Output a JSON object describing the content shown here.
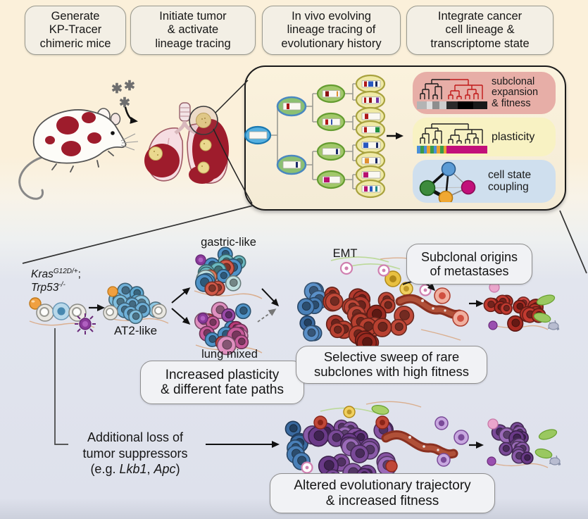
{
  "workflow_steps": [
    "Generate\nKP-Tracer\nchimeric mice",
    "Initiate tumor\n& activate\nlineage tracing",
    "In vivo evolving\nlineage tracing of\nevolutionary history",
    "Integrate cancer\ncell lineage &\ntranscriptome state"
  ],
  "analysis_panels": [
    {
      "label": "subclonal\nexpansion\n& fitness",
      "color": "#e7aea7"
    },
    {
      "label": "plasticity",
      "color": "#f8f2c3"
    },
    {
      "label": "cell state\ncoupling",
      "color": "#cfdfee"
    }
  ],
  "genotype": {
    "gene1": "Kras",
    "allele1": "G12D/+",
    "separator": ";",
    "gene2": "Trp53",
    "allele2": "-/-"
  },
  "cell_state_labels": {
    "at2": "AT2-like",
    "gastric": "gastric-like",
    "lung_mixed": "lung mixed",
    "emt": "EMT"
  },
  "findings": {
    "plasticity": "Increased plasticity\n& different fate paths",
    "metastasis_origins": "Subclonal origins\nof metastases",
    "selective_sweep": "Selective sweep of rare\nsubclones with high fitness",
    "altered_trajectory": "Altered evolutionary trajectory\n& increased fitness"
  },
  "tumor_suppressor_note": {
    "line1": "Additional loss of",
    "line2": "tumor suppressors",
    "prefix": "(e.g. ",
    "gene1": "Lkb1",
    "comma": ", ",
    "gene2": "Apc",
    "suffix": ")"
  },
  "icons": {
    "asterisk": "✱"
  },
  "colors": {
    "background_top": "#fbf0da",
    "background_bottom": "#dee1ec",
    "tumor_red": "#9e1c2c",
    "nodule_yellow": "#ead98e",
    "subclonal_panel": "#e7aea7",
    "plasticity_panel": "#f8f2c3",
    "coupling_panel": "#cfdfee",
    "state_blue": "#5b9bd5",
    "state_green": "#3d8b3d",
    "state_orange": "#f0a832",
    "state_magenta": "#c2107a",
    "dendrogram_red": "#c01818"
  }
}
